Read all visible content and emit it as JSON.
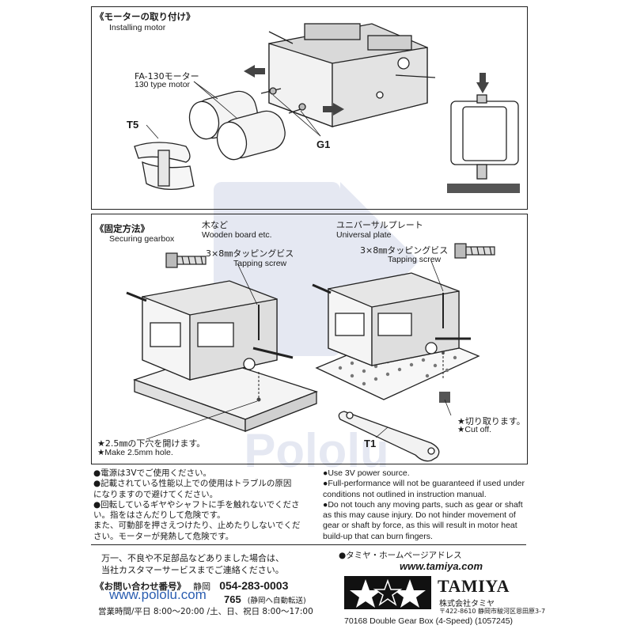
{
  "section_install": {
    "title_jp": "《モーターの取り付け》",
    "title_en": "Installing motor",
    "motor_label_jp": "FA-130モーター",
    "motor_label_en": "130 type motor",
    "part_t5": "T5",
    "part_g1": "G1"
  },
  "section_secure": {
    "title_jp": "《固定方法》",
    "title_en": "Securing gearbox",
    "wood_jp": "木など",
    "wood_en": "Wooden board etc.",
    "plate_jp": "ユニバーサルプレート",
    "plate_en": "Universal plate",
    "screw_left_jp": "3×8㎜タッピングビス",
    "screw_left_en": "Tapping screw",
    "screw_right_jp": "3×8㎜タッピングビス",
    "screw_right_en": "Tapping screw",
    "hole_jp": "★2.5㎜の下穴を開けます。",
    "hole_en": "★Make 2.5mm hole.",
    "cut_jp": "★切り取ります。",
    "cut_en": "★Cut off.",
    "part_t1": "T1"
  },
  "warnings_jp": [
    "●電源は3Vでご使用ください。",
    "●記載されている性能以上での使用はトラブルの原因",
    "になりますので避けてください。",
    "●回転しているギヤやシャフトに手を触れないでくださ",
    "い。指をはさんだりして危険です。",
    "また、可動部を押さえつけたり、止めたりしないでくだ",
    "さい。モーターが発熱して危険です。"
  ],
  "warnings_en": [
    "●Use 3V power source.",
    "●Full-performance will not be guaranteed if used under",
    "conditions not outlined in instruction manual.",
    "●Do not touch any moving parts, such as gear or shaft",
    "as this may cause injury. Do not hinder movement of",
    "gear or shaft by force, as this will result in motor heat",
    "build-up that can burn fingers."
  ],
  "footer": {
    "note_line1": "万一、不良や不足部品などありました場合は、",
    "note_line2": "当社カスタマーサービスまでご連絡ください。",
    "contact_label": "《お問い合わせ番号》",
    "contact_city": "静岡",
    "contact_phone": "054-283-0003",
    "contact_fax_tail": "765",
    "contact_fax_note": "(静岡へ自動転送)",
    "hours": "営業時間/平日 8:00～20:00 /土、日、祝日 8:00～17:00",
    "homepage_label": "●タミヤ・ホームページアドレス",
    "homepage_url": "www.tamiya.com",
    "watermark_url": "www.pololu.com",
    "brand_name": "TAMIYA",
    "company_jp": "株式会社タミヤ",
    "address": "〒422-8610 静岡市駿河区恩田原3-7",
    "product_code": "70168 Double Gear Box (4-Speed) (1057245)"
  }
}
